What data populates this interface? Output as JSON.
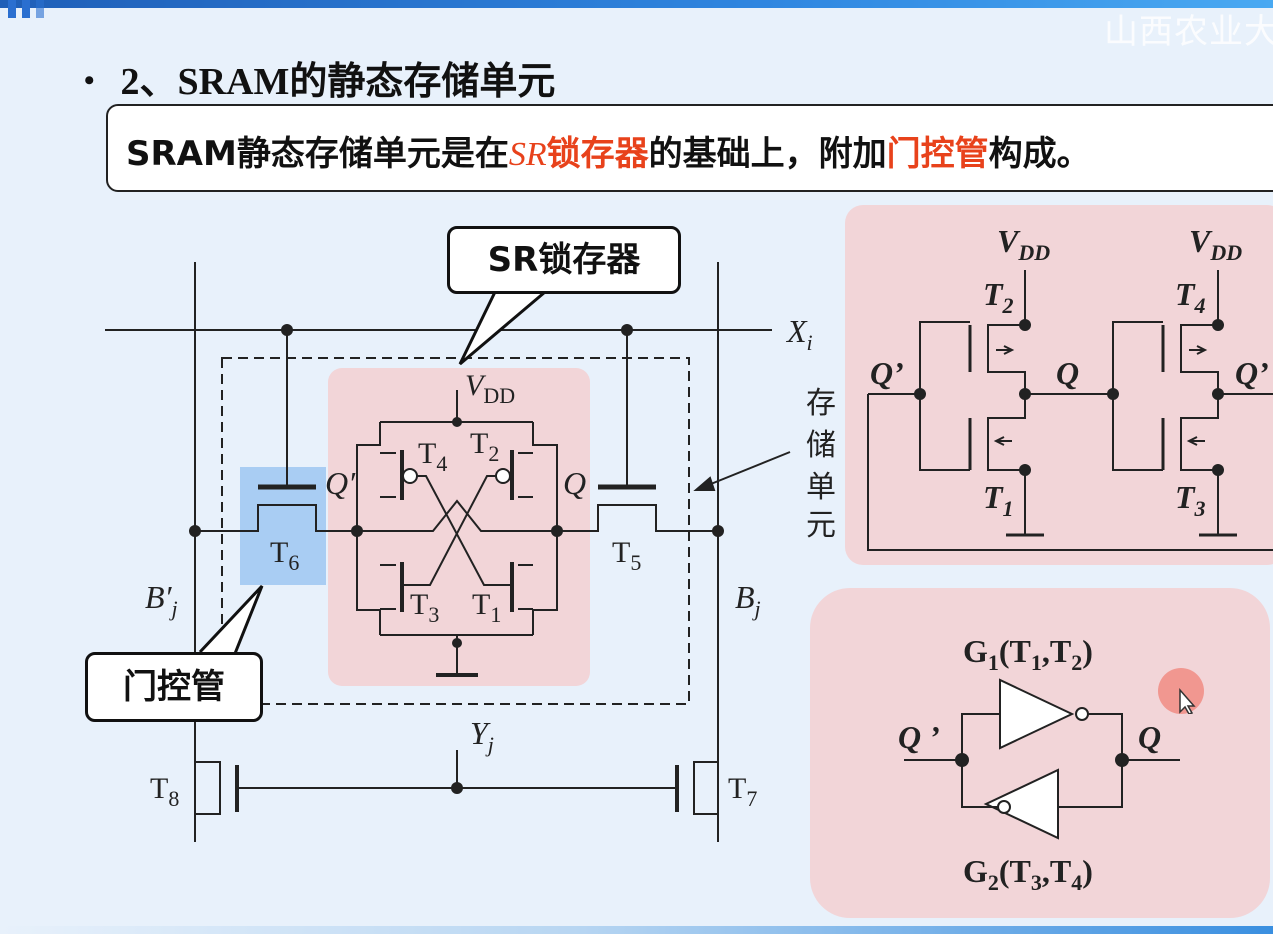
{
  "header": {
    "watermark": "山西农业大"
  },
  "heading": {
    "bullet": "•",
    "text": "2、SRAM的静态存储单元"
  },
  "intro": {
    "part1": "SRAM静态存储单元是在",
    "sr_italic": "SR",
    "part2": "锁存器",
    "part3": "的基础上，附加",
    "part4": "门控管",
    "part5": "构成。"
  },
  "callouts": {
    "sr_latch": "SR锁存器",
    "gate": "门控管"
  },
  "circuit": {
    "xi": "X",
    "xi_sub": "i",
    "vdd": "V",
    "vdd_sub": "DD",
    "t4": "T",
    "t4_sub": "4",
    "t2": "T",
    "t2_sub": "2",
    "t3": "T",
    "t3_sub": "3",
    "t1": "T",
    "t1_sub": "1",
    "q_prime": "Q′",
    "q": "Q",
    "t6": "T",
    "t6_sub": "6",
    "t5": "T",
    "t5_sub": "5",
    "bj_prime": "B′",
    "bj_prime_sub": "j",
    "bj": "B",
    "bj_sub": "j",
    "yj": "Y",
    "yj_sub": "j",
    "t8": "T",
    "t8_sub": "8",
    "t7": "T",
    "t7_sub": "7",
    "cell_label": [
      "存",
      "储",
      "单",
      "元"
    ]
  },
  "cmos_panel": {
    "vdd_left": "V",
    "vdd_left_sub": "DD",
    "vdd_right": "V",
    "vdd_right_sub": "DD",
    "t2": "T",
    "t2_sub": "2",
    "t4": "T",
    "t4_sub": "4",
    "t1": "T",
    "t1_sub": "1",
    "t3": "T",
    "t3_sub": "3",
    "q_prime_left": "Q’",
    "q_mid": "Q",
    "q_prime_right": "Q’"
  },
  "gate_panel": {
    "g1": "G",
    "g1_sub": "1",
    "g1_rest1": "(T",
    "g1_t1": "1",
    "g1_rest2": ",T",
    "g1_t2": "2",
    "g1_rest3": ")",
    "g2": "G",
    "g2_sub": "2",
    "g2_rest1": "(T",
    "g2_t3": "3",
    "g2_rest2": ",T",
    "g2_t4": "4",
    "g2_rest3": ")",
    "q_prime": "Q ’",
    "q": "Q"
  },
  "colors": {
    "background": "#e8f1fb",
    "pink_panel": "#f2d5d8",
    "highlight_blue": "#a9cdf3",
    "accent_red": "#e8421b"
  }
}
